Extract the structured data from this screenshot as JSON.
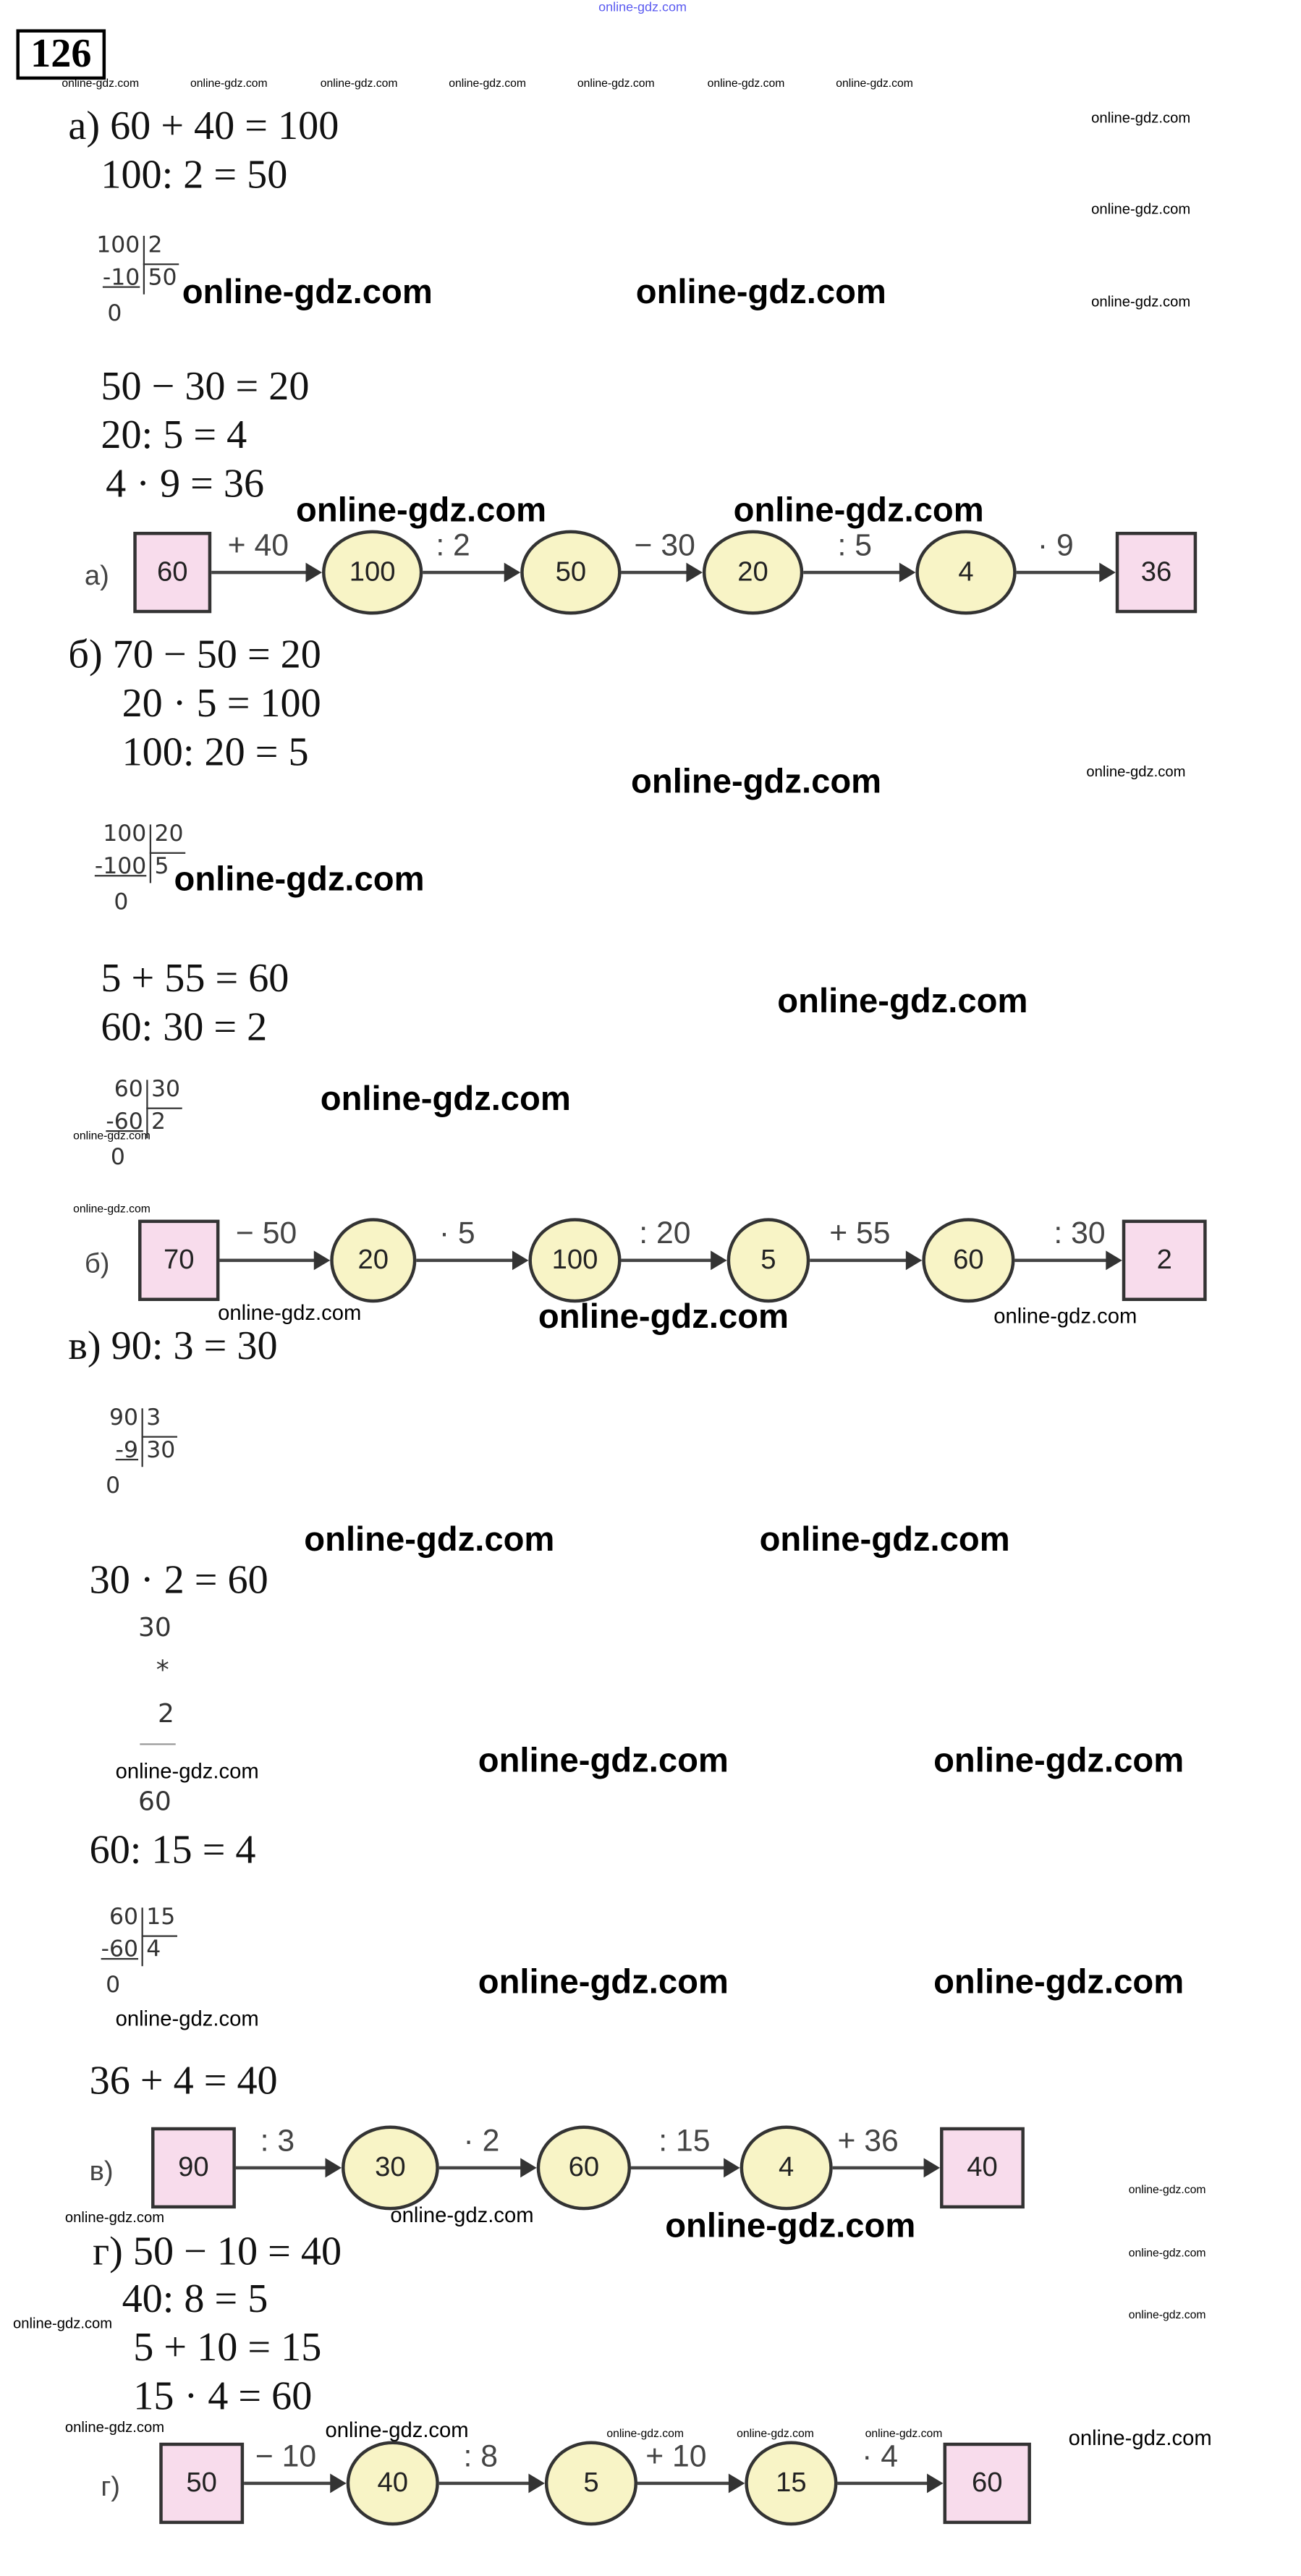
{
  "watermark": "online-gdz.com",
  "task_number": "126",
  "parts": {
    "a": {
      "equations": [
        "а) 60 + 40 = 100",
        "100: 2 = 50",
        "50 − 30 = 20",
        "20: 5 = 4",
        "4 · 9 = 36"
      ],
      "divisions": [
        {
          "dividend": "100",
          "divisor": "2",
          "subtrahend": "-10",
          "quotient": "50",
          "remainder": "0"
        }
      ],
      "chain": {
        "label": "а)",
        "start": "60",
        "nodes": [
          "100",
          "50",
          "20",
          "4"
        ],
        "end": "36",
        "ops": [
          "+ 40",
          ": 2",
          "− 30",
          ": 5",
          "· 9"
        ]
      }
    },
    "b": {
      "equations": [
        "б) 70 − 50 = 20",
        "20 · 5 = 100",
        "100: 20 = 5",
        "5 + 55 = 60",
        "60: 30 = 2"
      ],
      "divisions": [
        {
          "dividend": "100",
          "divisor": "20",
          "subtrahend": "-100",
          "quotient": "5",
          "remainder": "0"
        },
        {
          "dividend": "60",
          "divisor": "30",
          "subtrahend": "-60",
          "quotient": "2",
          "remainder": "0"
        }
      ],
      "chain": {
        "label": "б)",
        "start": "70",
        "nodes": [
          "20",
          "100",
          "5",
          "60"
        ],
        "end": "2",
        "ops": [
          "− 50",
          "· 5",
          ": 20",
          "+ 55",
          ": 30"
        ]
      }
    },
    "v": {
      "equations": [
        "в) 90: 3 = 30",
        "30 · 2 = 60",
        "60: 15 = 4",
        "36 + 4 = 40"
      ],
      "divisions": [
        {
          "dividend": "90",
          "divisor": "3",
          "subtrahend": "-9",
          "quotient": "30",
          "remainder": "0"
        },
        {
          "dividend": "60",
          "divisor": "15",
          "subtrahend": "-60",
          "quotient": "4",
          "remainder": "0"
        }
      ],
      "multiplication": {
        "a": "30",
        "sign": "*",
        "b": "2",
        "result": "60"
      },
      "chain": {
        "label": "в)",
        "start": "90",
        "nodes": [
          "30",
          "60",
          "4"
        ],
        "end": "40",
        "ops": [
          ": 3",
          "· 2",
          ": 15",
          "+ 36"
        ]
      }
    },
    "g": {
      "equations": [
        "г) 50 − 10 = 40",
        "40: 8 = 5",
        "5 + 10 = 15",
        "15 · 4 = 60"
      ],
      "chain": {
        "label": "г)",
        "start": "50",
        "nodes": [
          "40",
          "5",
          "15"
        ],
        "end": "60",
        "ops": [
          "− 10",
          ": 8",
          "+ 10",
          "· 4"
        ]
      }
    }
  }
}
